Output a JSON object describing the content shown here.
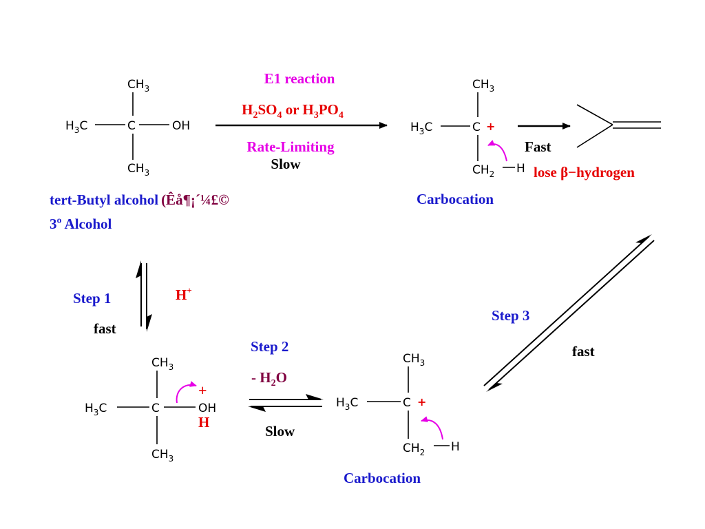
{
  "colors": {
    "blue_text": "#1a1acc",
    "magenta_text": "#e600e6",
    "red_text": "#e60000",
    "wine_text": "#800040",
    "bond": "#000000"
  },
  "atoms": {
    "ch3": "CH",
    "h3c_main": "H",
    "h3c_tail": "C",
    "c": "C",
    "oh": "OH",
    "ch2": "CH",
    "h": "H",
    "sub3": "3",
    "sub2": "2"
  },
  "top_reaction": {
    "line1": "E1 reaction",
    "line2_parts": [
      "H",
      "2",
      "SO",
      "4",
      " or H",
      "3",
      "PO",
      "4"
    ],
    "line3": "Rate-Limiting",
    "line4": "Slow"
  },
  "fast_step": {
    "label": "Fast",
    "lose_text": "lose  β−hydrogen"
  },
  "labels": {
    "tert_butyl": "tert-Butyl alcohol",
    "garbled": "(Êå¶¡´¼£©",
    "tertiary": "3º  Alcohol",
    "carbocation_top": "Carbocation",
    "carbocation_bottom": "Carbocation"
  },
  "step1": {
    "label": "Step 1",
    "speed": "fast",
    "reagent_base": "H",
    "reagent_sup": "+"
  },
  "step2": {
    "label": "Step 2",
    "loss_parts": [
      "- H",
      "2",
      "O"
    ],
    "speed": "Slow"
  },
  "step3": {
    "label": "Step 3",
    "speed": "fast"
  },
  "charges": {
    "plus": "+"
  }
}
